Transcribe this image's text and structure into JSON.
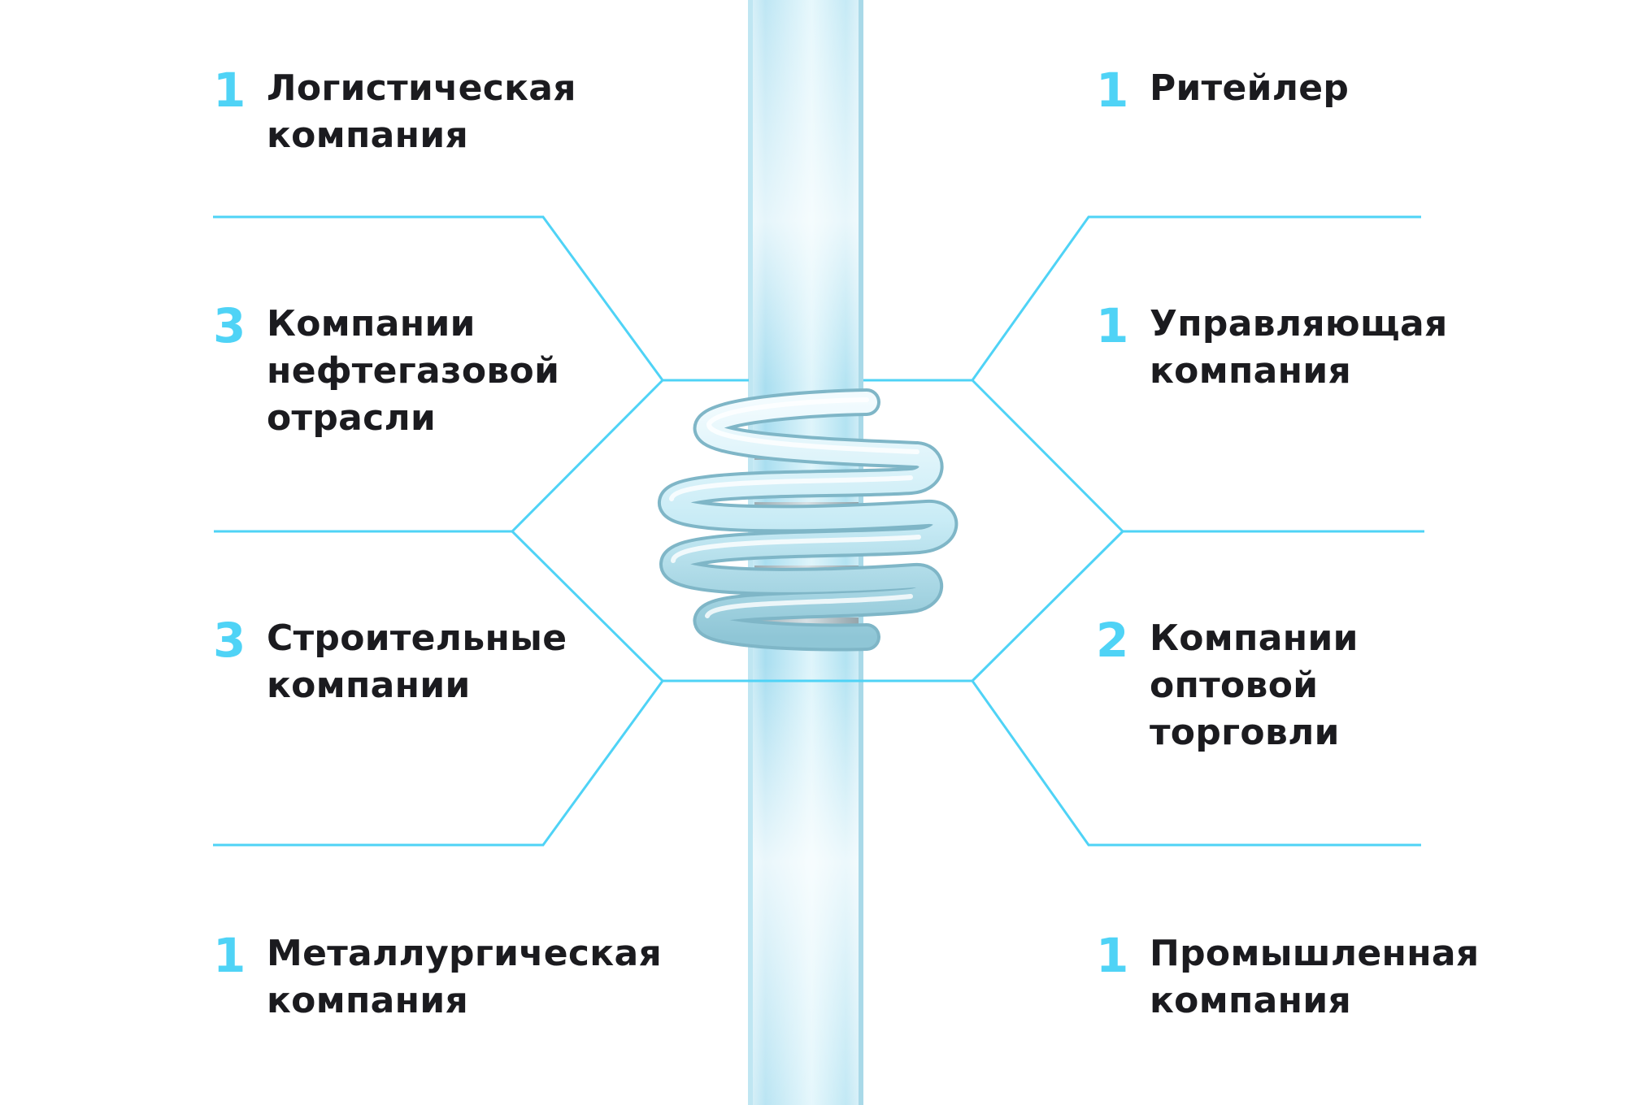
{
  "accent_color": "#4fd3f6",
  "left_items": [
    {
      "count": "1",
      "lines": [
        "Логистическая",
        "компания"
      ]
    },
    {
      "count": "3",
      "lines": [
        "Компании",
        "нефтегазовой",
        "отрасли"
      ]
    },
    {
      "count": "3",
      "lines": [
        "Строительные",
        "компании"
      ]
    },
    {
      "count": "1",
      "lines": [
        "Металлургическая",
        "компания"
      ]
    }
  ],
  "right_items": [
    {
      "count": "1",
      "lines": [
        "Ритейлер"
      ]
    },
    {
      "count": "1",
      "lines": [
        "Управляющая",
        "компания"
      ]
    },
    {
      "count": "2",
      "lines": [
        "Компании",
        "оптовой",
        "торговли"
      ]
    },
    {
      "count": "1",
      "lines": [
        "Промышленная",
        "компания"
      ]
    }
  ]
}
